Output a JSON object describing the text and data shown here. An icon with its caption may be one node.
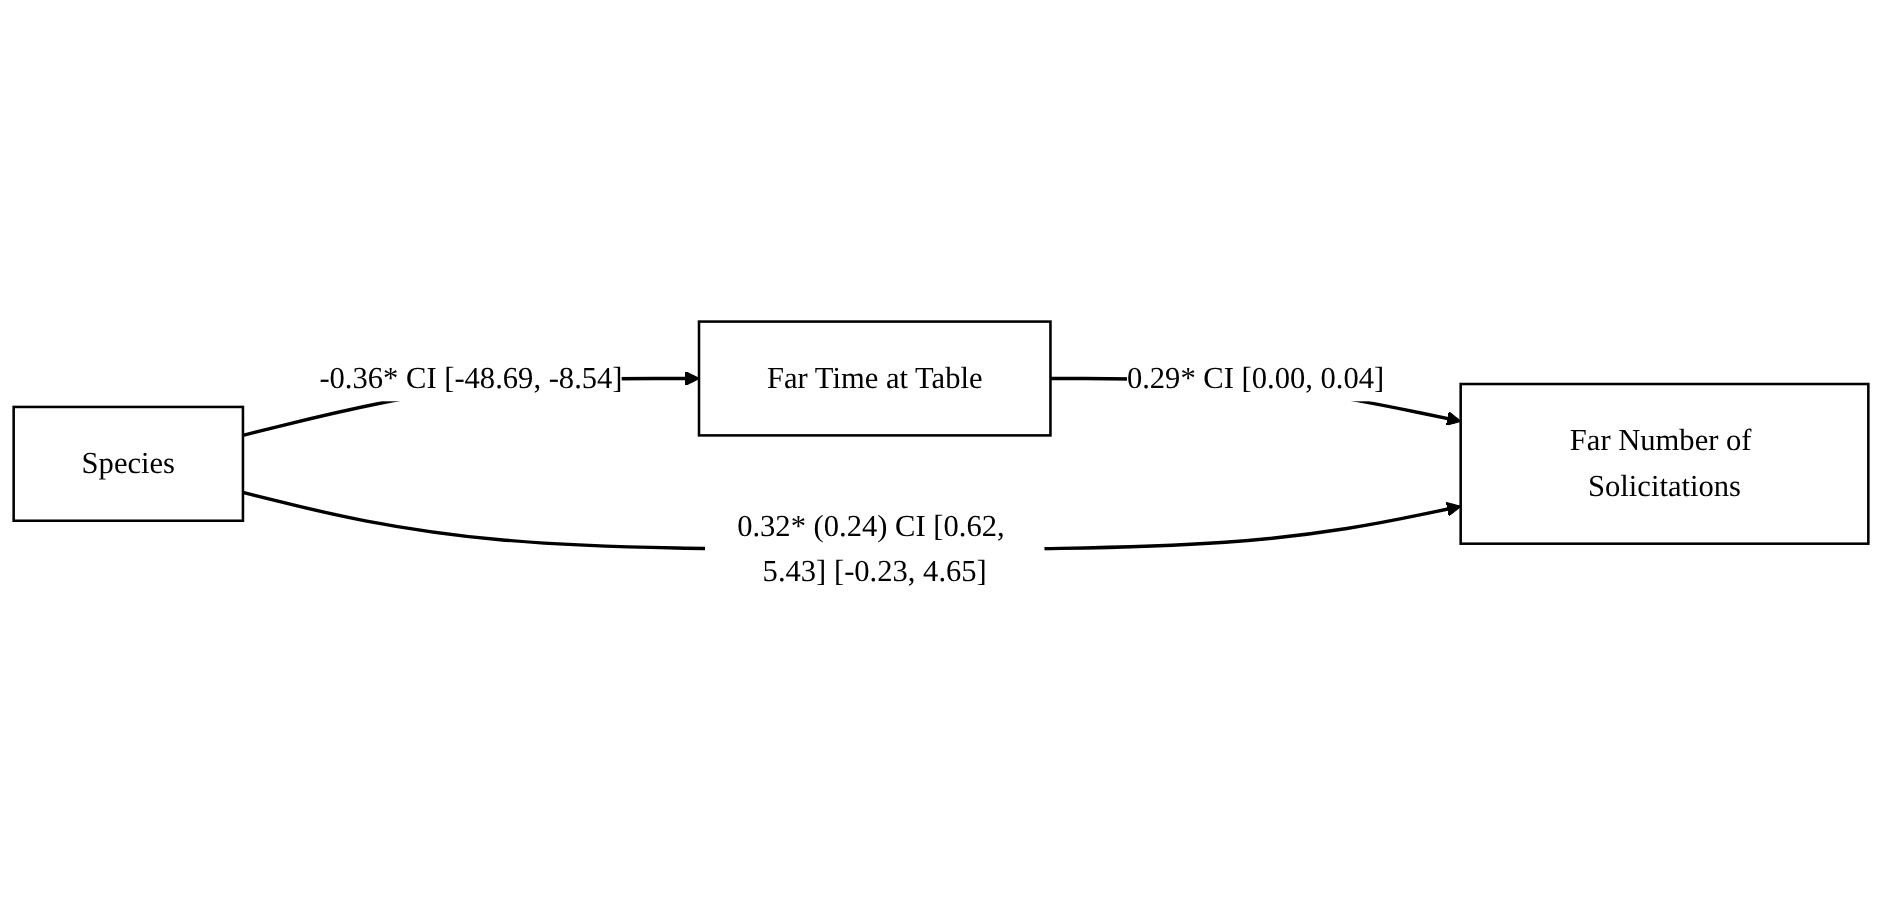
{
  "diagram": {
    "nodes": [
      {
        "text": [
          "Far Time at Table"
        ]
      },
      {
        "text": [
          "Species"
        ]
      },
      {
        "text": [
          "Far Number of Solicitations"
        ]
      }
    ],
    "edges": [
      {
        "from": 1,
        "to": 0,
        "arrow": "to",
        "label": "-0.36* CI [-48.69, -8.54]"
      },
      {
        "from": 0,
        "to": 2,
        "arrow": "to",
        "label": "0.29* CI [0.00, 0.04]"
      },
      {
        "from": 1,
        "to": 2,
        "arrow": "to",
        "label": "0.32* (0.24) CI [0.62, 5.43] [-0.23, 4.65]"
      }
    ]
  }
}
